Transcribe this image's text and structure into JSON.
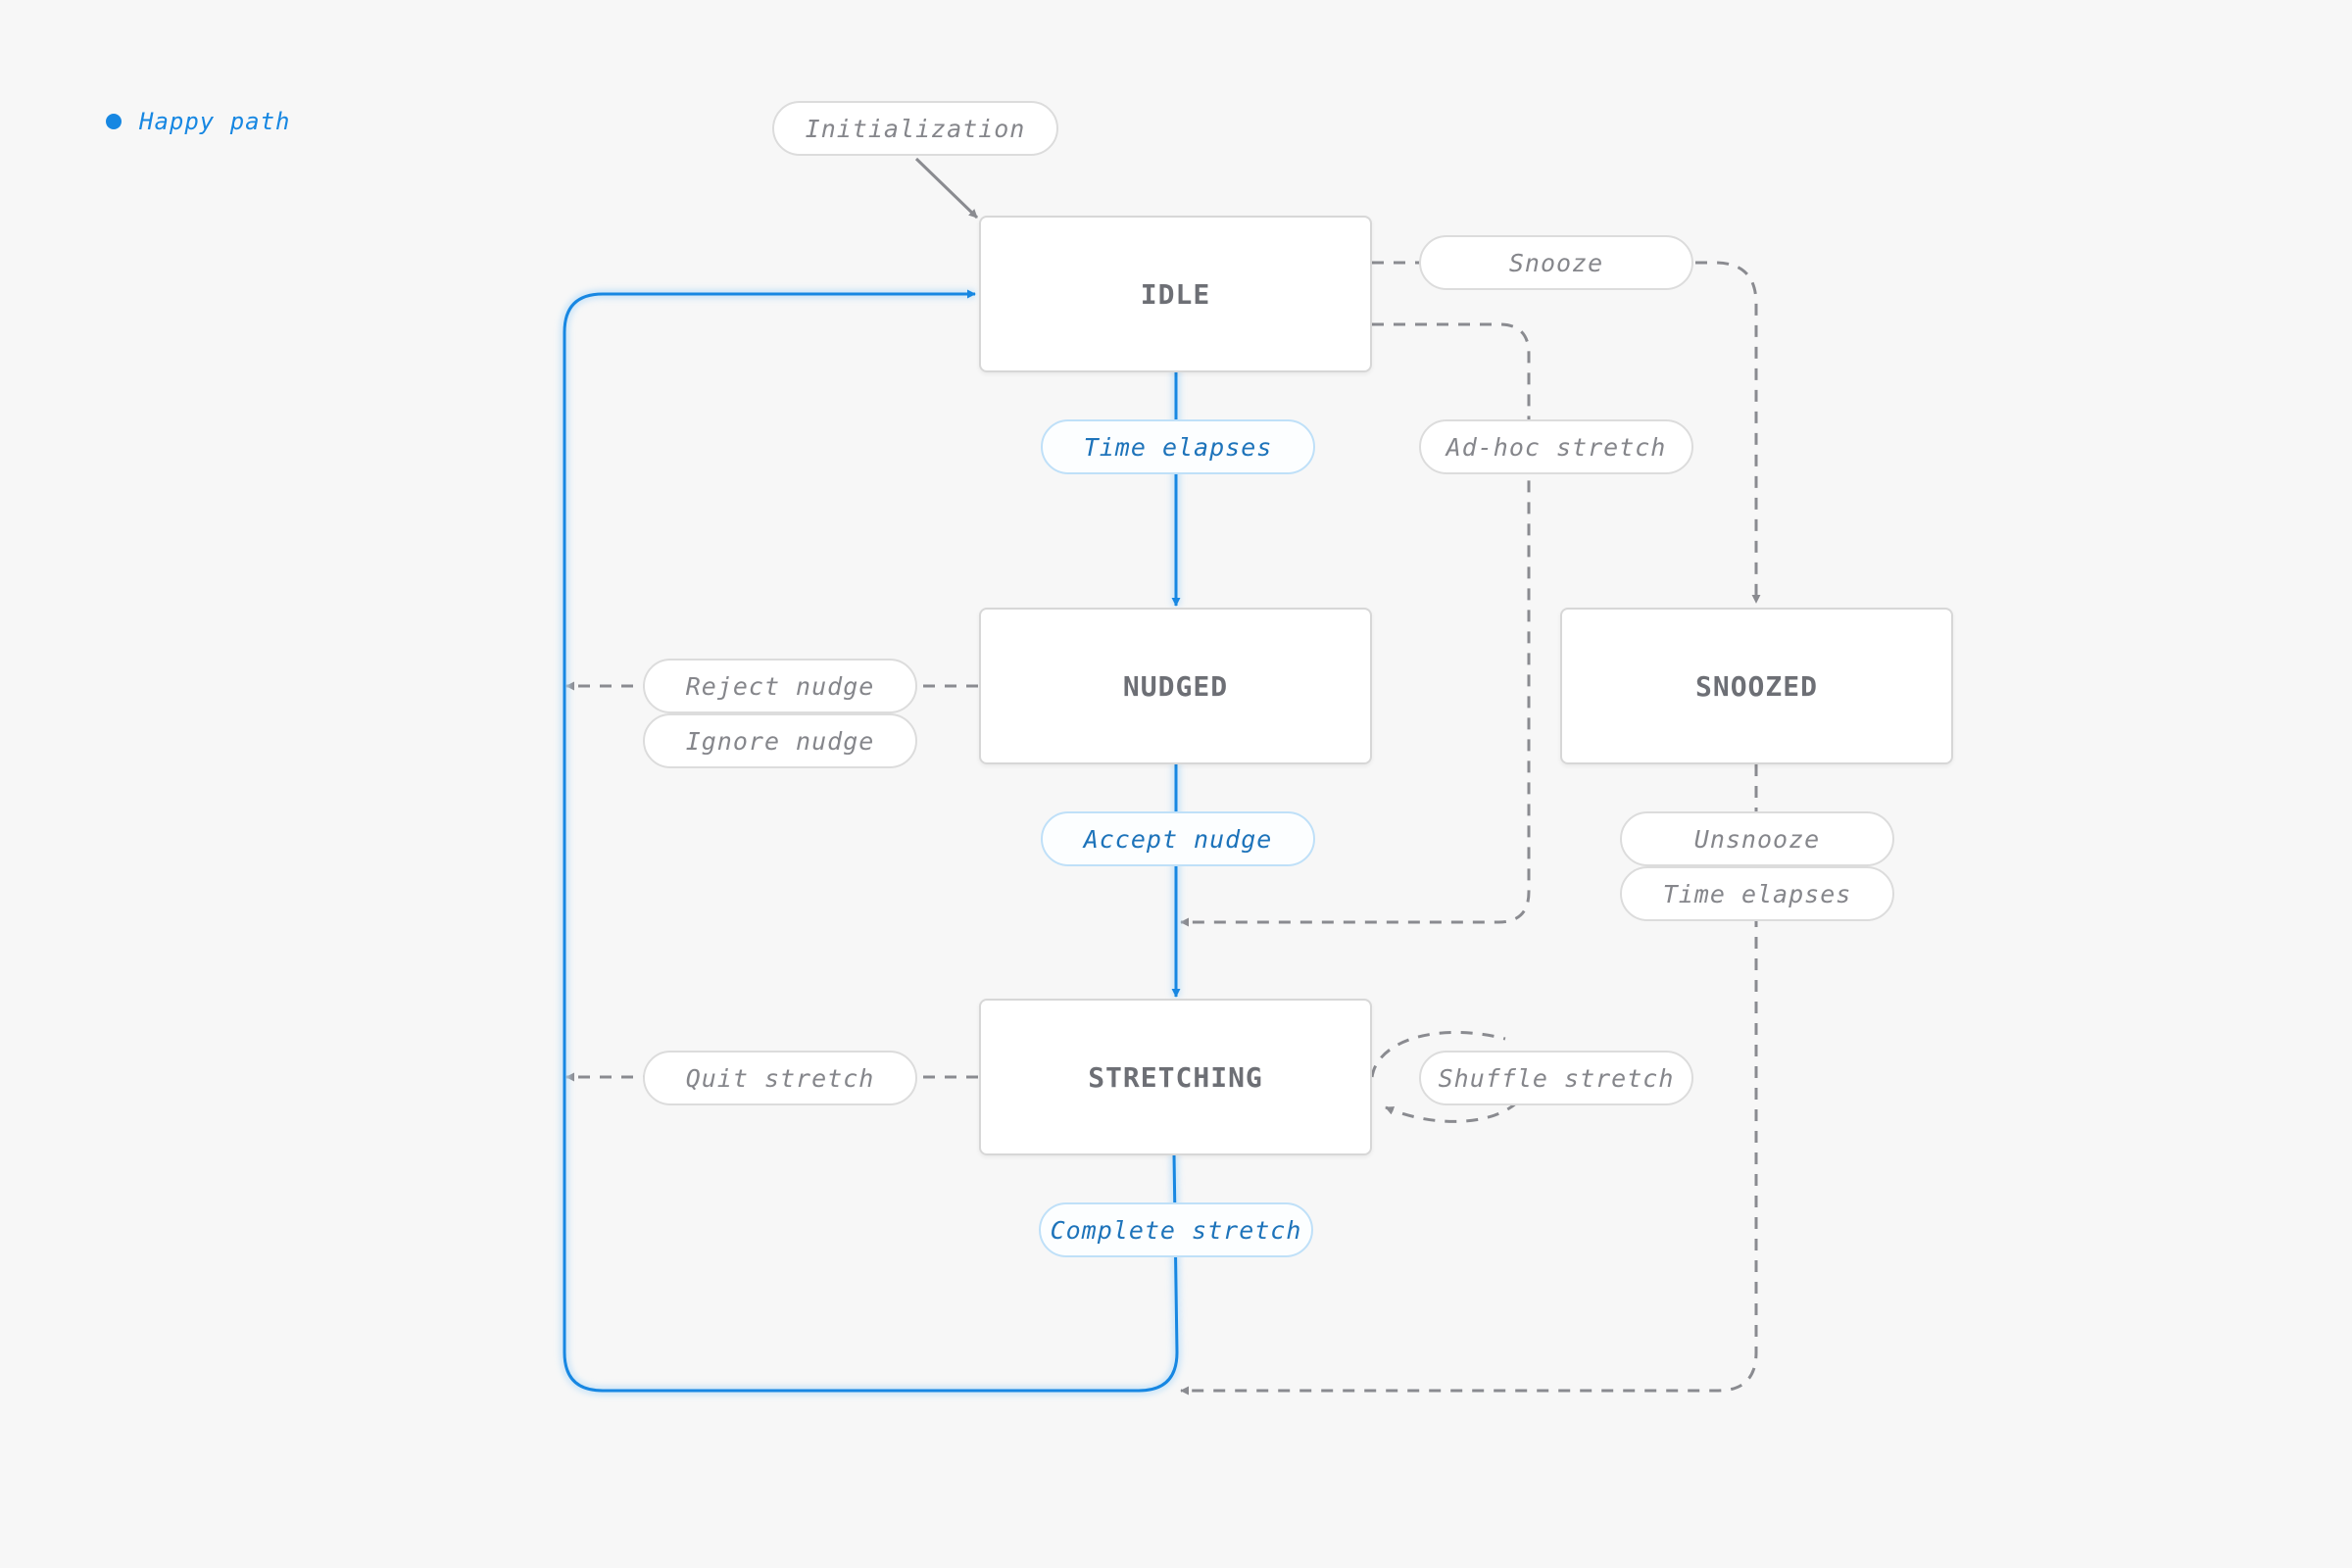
{
  "legend": {
    "happy_path_label": "Happy path"
  },
  "colors": {
    "happy_path": "#1787e2",
    "alternate_path": "#8a8b90",
    "background": "#f7f7f7"
  },
  "states": {
    "idle": "IDLE",
    "nudged": "NUDGED",
    "snoozed": "SNOOZED",
    "stretching": "STRETCHING"
  },
  "transitions": {
    "initialization": "Initialization",
    "time_elapses": "Time elapses",
    "snooze": "Snooze",
    "adhoc_stretch": "Ad-hoc stretch",
    "reject_nudge": "Reject nudge",
    "ignore_nudge": "Ignore nudge",
    "accept_nudge": "Accept nudge",
    "unsnooze": "Unsnooze",
    "snooze_time_elapses": "Time elapses",
    "quit_stretch": "Quit stretch",
    "shuffle_stretch": "Shuffle stretch",
    "complete_stretch": "Complete stretch"
  }
}
